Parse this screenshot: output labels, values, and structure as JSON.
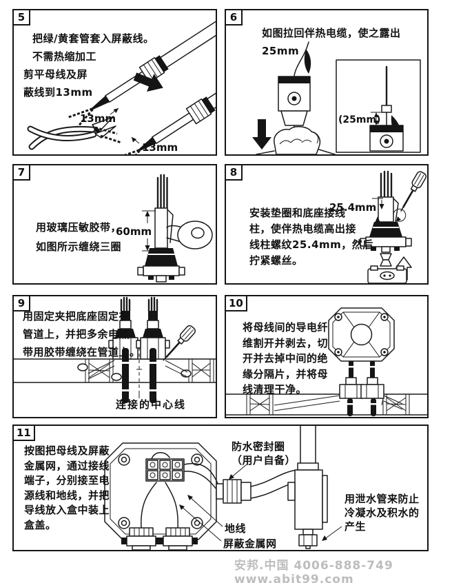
{
  "page": {
    "footer": "安邦.中国 4006-888-749 www.abjt99.com"
  },
  "colors": {
    "ink": "#151515",
    "footer_gray": "#bdbdbd",
    "paper": "#ffffff"
  },
  "panels": {
    "p5": {
      "number": "5",
      "note_top": "把绿/黄套管套入屏蔽线。\n不需热缩加工",
      "note_left": "剪平母线及屏\n蔽线到13mm",
      "dim1": "13mm",
      "dim2": "13mm"
    },
    "p6": {
      "number": "6",
      "instruction": "如图拉回伴热电缆，使之露出25mm",
      "dim": "(25mm)"
    },
    "p7": {
      "number": "7",
      "instruction": "用玻璃压敏胶带，\n如图所示缠绕三圈",
      "dim": "60mm"
    },
    "p8": {
      "number": "8",
      "instruction": "安装垫圈和底座接线\n柱，使伴热电缆高出接\n线柱螺纹25.4mm，然后\n拧紧螺丝。",
      "dim": "25.4mm"
    },
    "p9": {
      "number": "9",
      "instruction": "用固定夹把底座固定在\n管道上，并把多余电热\n带用胶带缠绕在管道上。",
      "center_label": "连接的中心线"
    },
    "p10": {
      "number": "10",
      "instruction": "将母线间的导电纤\n维割开并剥去，切\n开并去掉中间的绝\n缘分隔片，并将母\n线清理干净。"
    },
    "p11": {
      "number": "11",
      "instruction": "按图把母线及屏蔽\n金属网，通过接线\n端子，分别接至电\n源线和地线，并把\n导线放入盒中装上\n盒盖。",
      "label_seal": "防水密封圈\n（用户自备）",
      "label_ground": "地线",
      "label_shield": "屏蔽金属网",
      "label_drain": "用泄水管来防止\n冷凝水及积水的\n产生"
    }
  }
}
